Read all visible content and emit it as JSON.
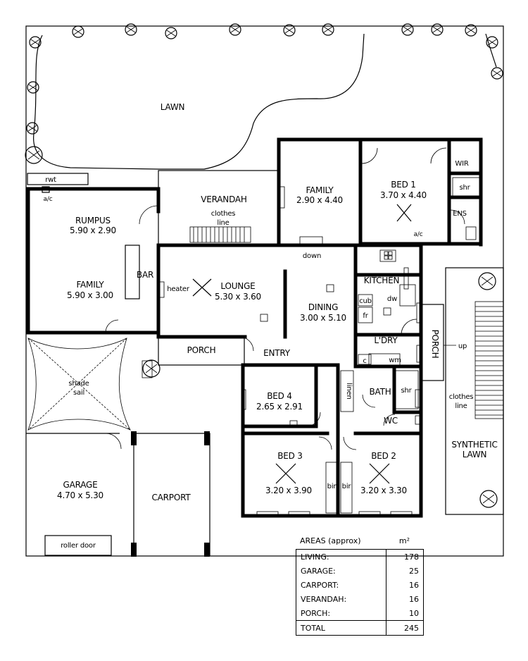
{
  "rooms": {
    "lawn": "LAWN",
    "rwt": "rwt",
    "ac1": "a/c",
    "ac2": "a/c",
    "verandah": "VERANDAH",
    "clothes_line_1": "clothes",
    "clothes_line_1b": "line",
    "family_top_name": "FAMILY",
    "family_top_dim": "2.90 x 4.40",
    "bed1_name": "BED 1",
    "bed1_dim": "3.70 x 4.40",
    "wir": "WIR",
    "shr1": "shr",
    "ens": "ENS",
    "rumpus_name": "RUMPUS",
    "rumpus_dim": "5.90 x 2.90",
    "family_left_name": "FAMILY",
    "family_left_dim": "5.90 x 3.00",
    "bar": "BAR",
    "heater": "heater",
    "lounge_name": "LOUNGE",
    "lounge_dim": "5.30 x 3.60",
    "down": "down",
    "dining_name": "DINING",
    "dining_dim": "3.00 x 5.10",
    "kitchen": "KITCHEN",
    "cub": "cub",
    "fr": "fr",
    "dw": "dw",
    "ldry": "L'DRY",
    "c": "c",
    "wm": "wm",
    "porch_side": "PORCH",
    "up": "up",
    "porch_front": "PORCH",
    "entry": "ENTRY",
    "shade_sail_1": "shade",
    "shade_sail_2": "sail",
    "bed4_name": "BED 4",
    "bed4_dim": "2.65 x 2.91",
    "linen": "linen",
    "bath": "BATH",
    "shr2": "shr",
    "wc": "WC",
    "bed3_name": "BED 3",
    "bed3_dim": "3.20 x 3.90",
    "bir1": "bir",
    "bir2": "bir",
    "bed2_name": "BED 2",
    "bed2_dim": "3.20 x 3.30",
    "garage_name": "GARAGE",
    "garage_dim": "4.70 x 5.30",
    "roller_door": "roller door",
    "carport": "CARPORT",
    "clothes_line_2": "clothes",
    "clothes_line_2b": "line",
    "synthetic_1": "SYNTHETIC",
    "synthetic_2": "LAWN"
  },
  "areas": {
    "title": "AREAS (approx)",
    "unit": "m²",
    "rows": [
      {
        "label": "LIVING:",
        "value": "178"
      },
      {
        "label": "GARAGE:",
        "value": "25"
      },
      {
        "label": "CARPORT:",
        "value": "16"
      },
      {
        "label": "VERANDAH:",
        "value": "16"
      },
      {
        "label": "PORCH:",
        "value": "10"
      }
    ],
    "total_label": "TOTAL",
    "total_value": "245"
  }
}
